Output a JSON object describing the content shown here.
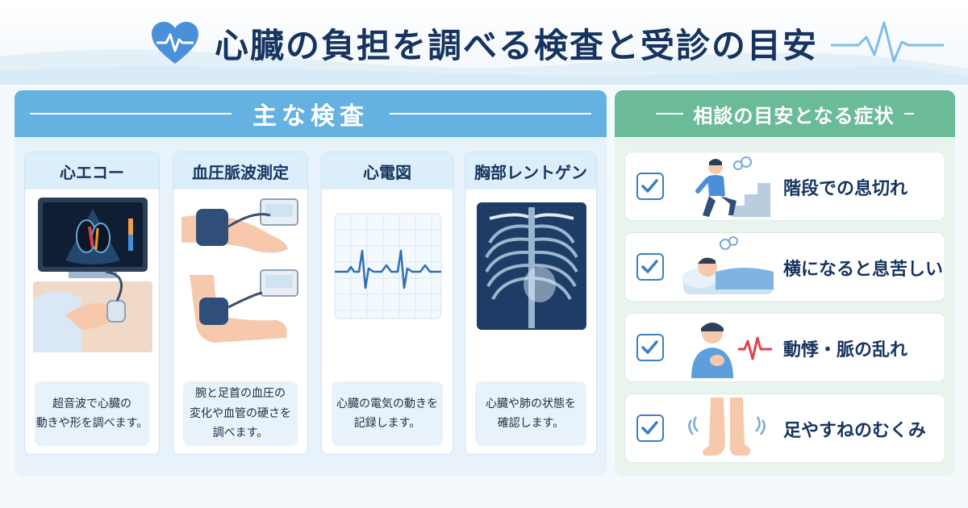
{
  "header": {
    "title": "心臓の負担を調べる検査と受診の目安"
  },
  "exams": {
    "heading": "主な検査",
    "cards": [
      {
        "title": "心エコー",
        "desc": "超音波で心臓の\n動きや形を調べます。"
      },
      {
        "title": "血圧脈波測定",
        "desc": "腕と足首の血圧の\n変化や血管の硬さを\n調べます。"
      },
      {
        "title": "心電図",
        "desc": "心臓の電気の動きを\n記録します。"
      },
      {
        "title": "胸部レントゲン",
        "desc": "心臓や肺の状態を\n確認します。"
      }
    ]
  },
  "symptoms": {
    "heading": "相談の目安となる症状",
    "items": [
      {
        "label": "階段での息切れ"
      },
      {
        "label": "横になると息苦しい"
      },
      {
        "label": "動悸・脈の乱れ"
      },
      {
        "label": "足やすねのむくみ"
      }
    ]
  },
  "colors": {
    "title": "#16345f",
    "exam_header": "#64b1e2",
    "symptom_header": "#6bbb99",
    "check": "#3d7fc1",
    "accent_red": "#e0434c"
  }
}
